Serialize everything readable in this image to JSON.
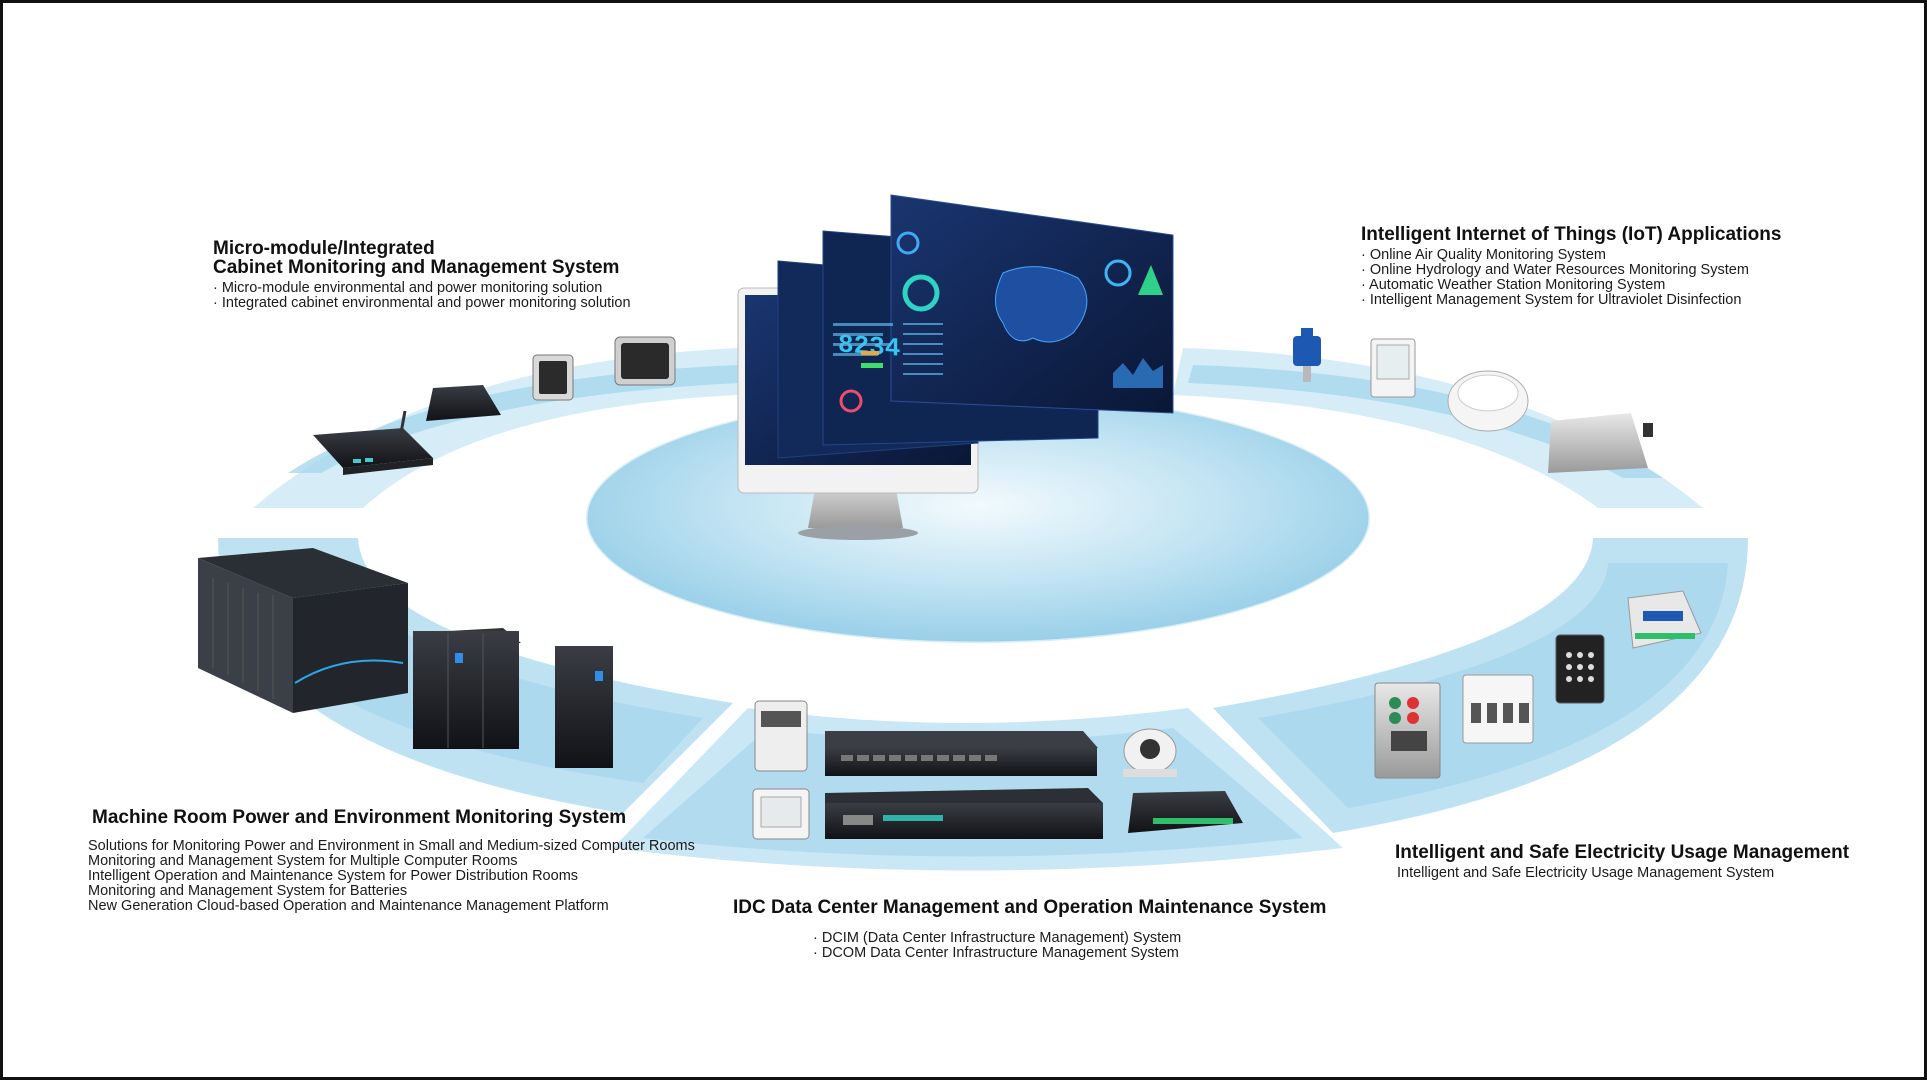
{
  "sections": {
    "micro_module": {
      "title_line1": "Micro-module/Integrated",
      "title_line2": "Cabinet Monitoring and Management System",
      "items": [
        "· Micro-module environmental and power monitoring solution",
        "· Integrated cabinet environmental and power monitoring solution"
      ]
    },
    "iot": {
      "title": "Intelligent Internet of Things (IoT) Applications",
      "items": [
        "· Online Air Quality Monitoring System",
        "· Online Hydrology and Water Resources Monitoring System",
        "· Automatic Weather Station Monitoring System",
        "· Intelligent Management System for Ultraviolet Disinfection"
      ]
    },
    "machine_room": {
      "title": "Machine Room Power and Environment Monitoring System",
      "items": [
        "Solutions for Monitoring Power and Environment in Small and Medium-sized Computer Rooms",
        "Monitoring and Management System for Multiple Computer Rooms",
        "Intelligent Operation and Maintenance System for Power Distribution Rooms",
        "Monitoring and Management System for Batteries",
        "New Generation Cloud-based Operation and Maintenance Management Platform"
      ]
    },
    "idc": {
      "title": "IDC Data Center Management and Operation Maintenance System",
      "items": [
        "· DCIM (Data Center Infrastructure Management) System",
        "· DCOM Data Center Infrastructure Management System"
      ]
    },
    "electricity": {
      "title": "Intelligent and Safe Electricity Usage Management",
      "items": [
        "Intelligent and Safe Electricity Usage Management System"
      ]
    }
  },
  "dashboard": {
    "big_number": "8234"
  },
  "colors": {
    "ring_light": "#cfe8f5",
    "ring_mid": "#9fd2ea",
    "ring_dark": "#7cc2e3",
    "screen_navy": "#0d1f45",
    "accent_cyan": "#2fb6e8"
  }
}
